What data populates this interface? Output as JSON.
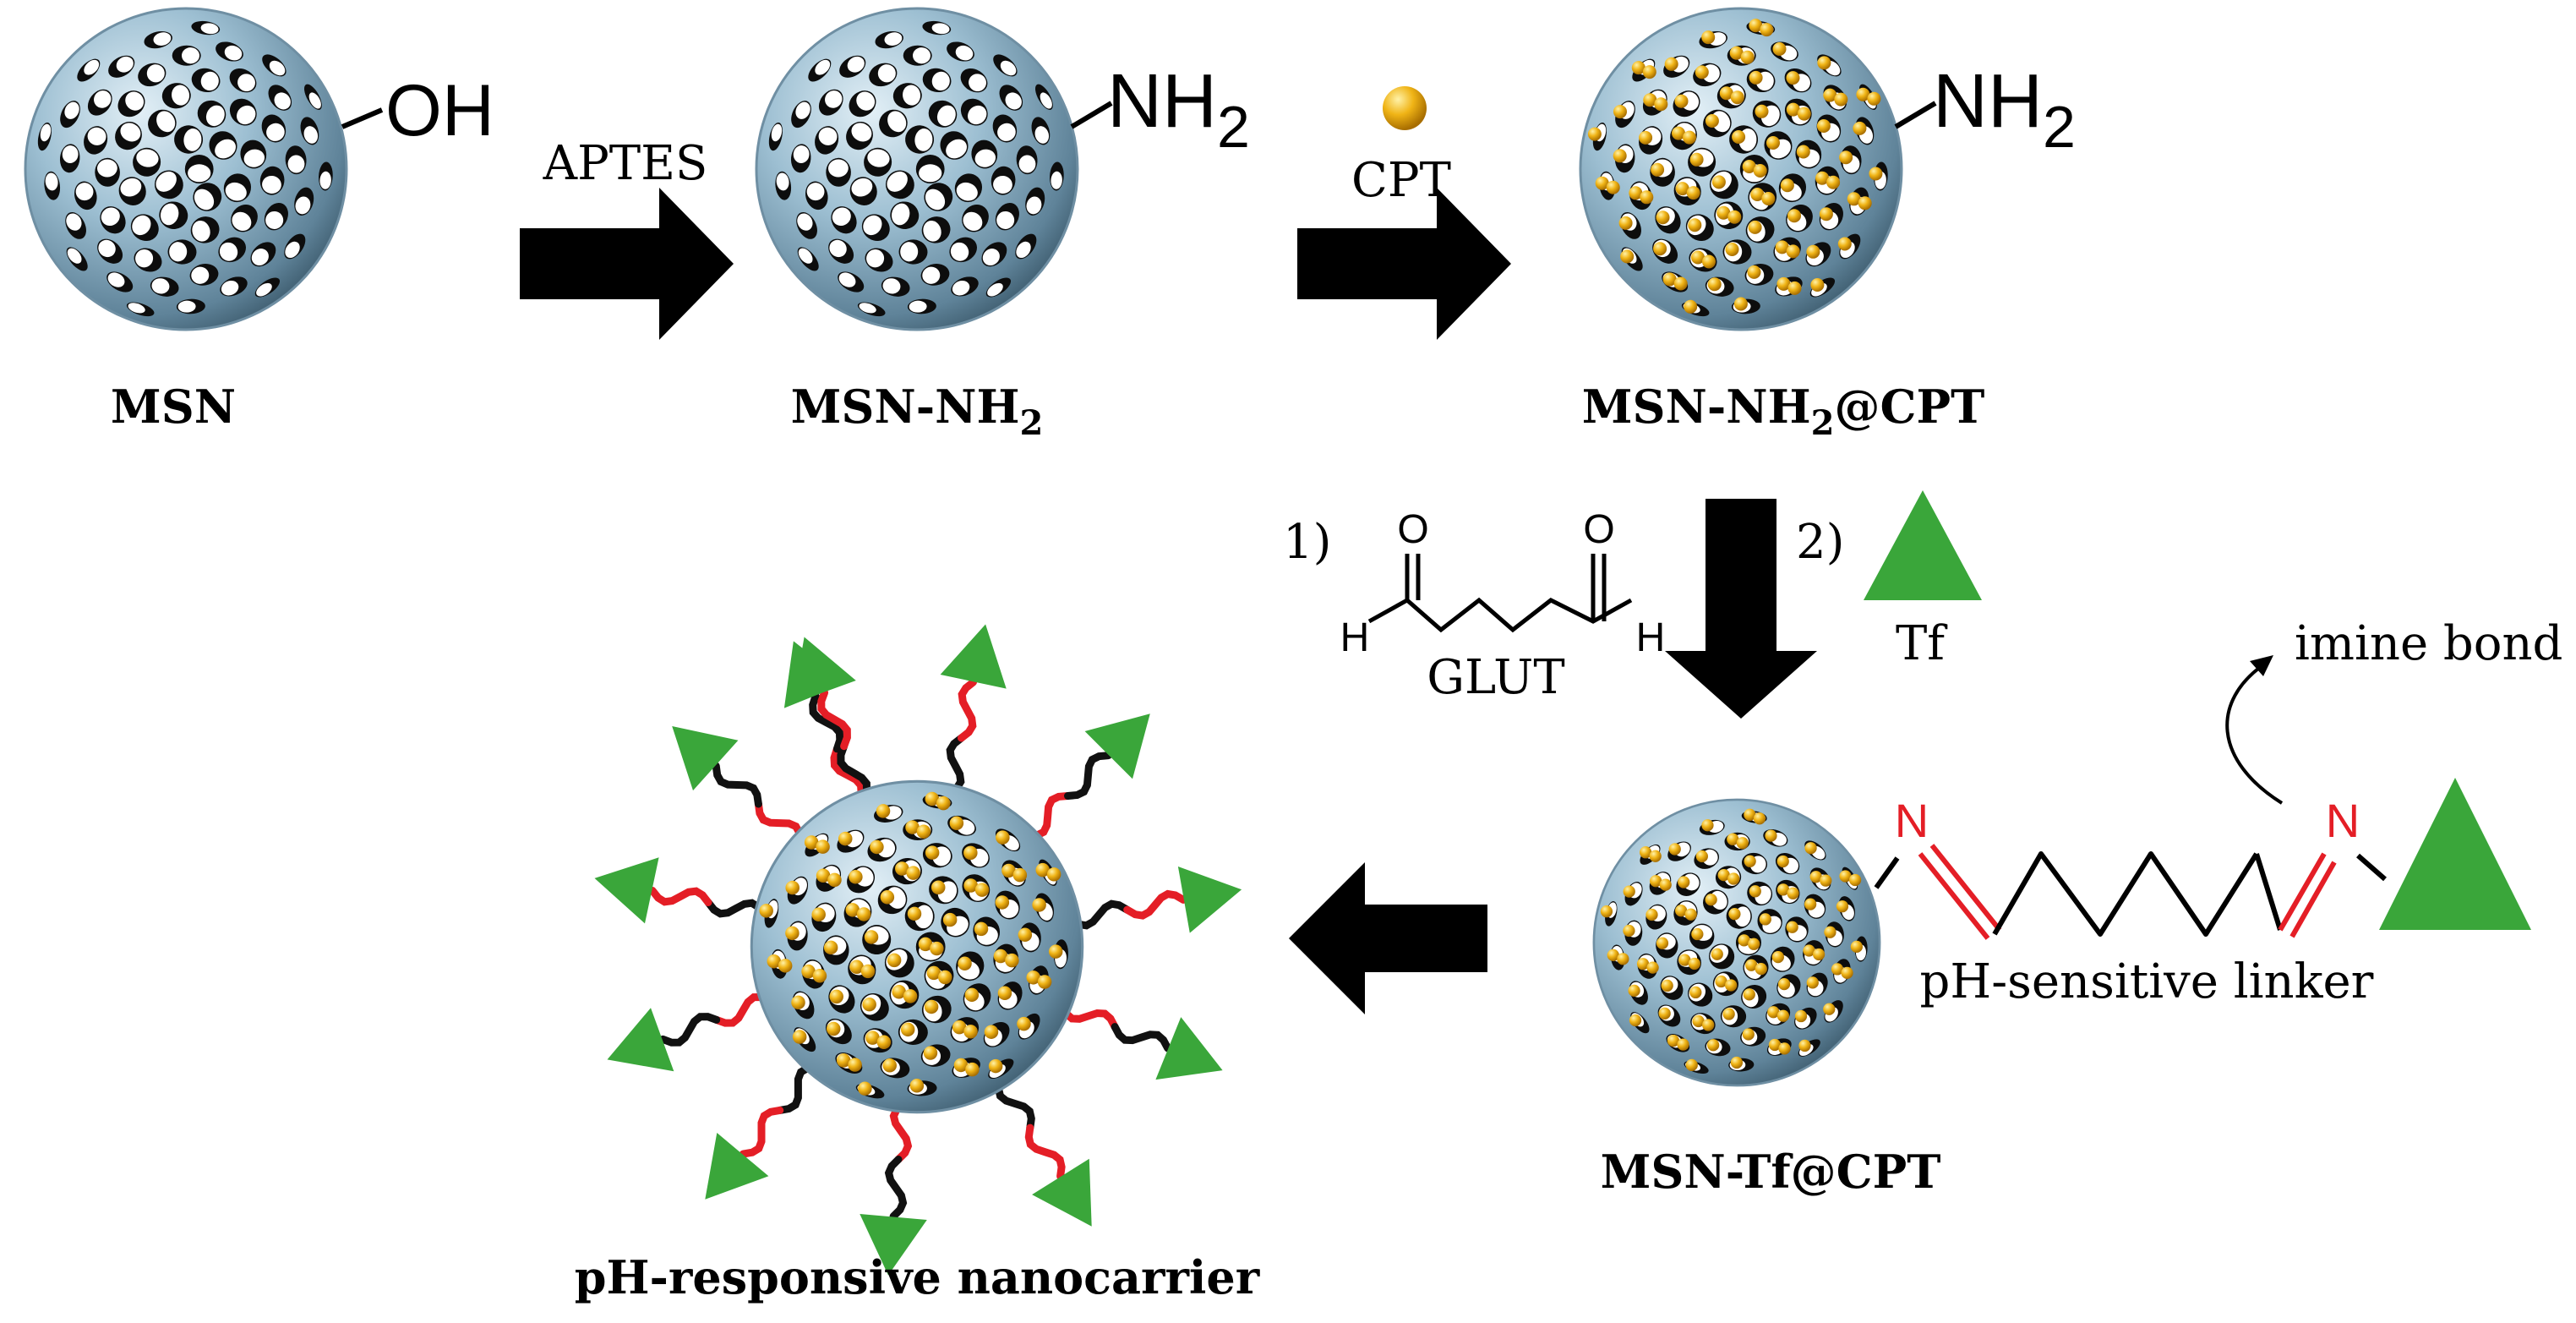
{
  "labels": {
    "msn": "MSN",
    "msn_nh2": "MSN-NH",
    "msn_nh2_cpt_prefix": "MSN-NH",
    "msn_nh2_cpt_suffix": "@CPT",
    "subscript_2": "2",
    "msn_tf_cpt": "MSN-Tf@CPT",
    "nanocarrier": "pH-responsive nanocarrier"
  },
  "groups": {
    "oh": "OH",
    "nh": "NH",
    "n": "N"
  },
  "reagents": {
    "aptes": "APTES",
    "cpt": "CPT",
    "step1": "1)",
    "step2": "2)",
    "glut": "GLUT",
    "tf": "Tf",
    "oxygen": "O",
    "hydrogen": "H"
  },
  "annotations": {
    "imine_bond": "imine bond",
    "linker": "pH-sensitive linker"
  },
  "colors": {
    "sphere_light": "#d6e8f2",
    "sphere_mid": "#8fb3c8",
    "sphere_dark": "#4a6e84",
    "drug_bead": "#f0b416",
    "triangle": "#3aa63a",
    "linker_red": "#e41e26",
    "arrow": "#000000"
  }
}
